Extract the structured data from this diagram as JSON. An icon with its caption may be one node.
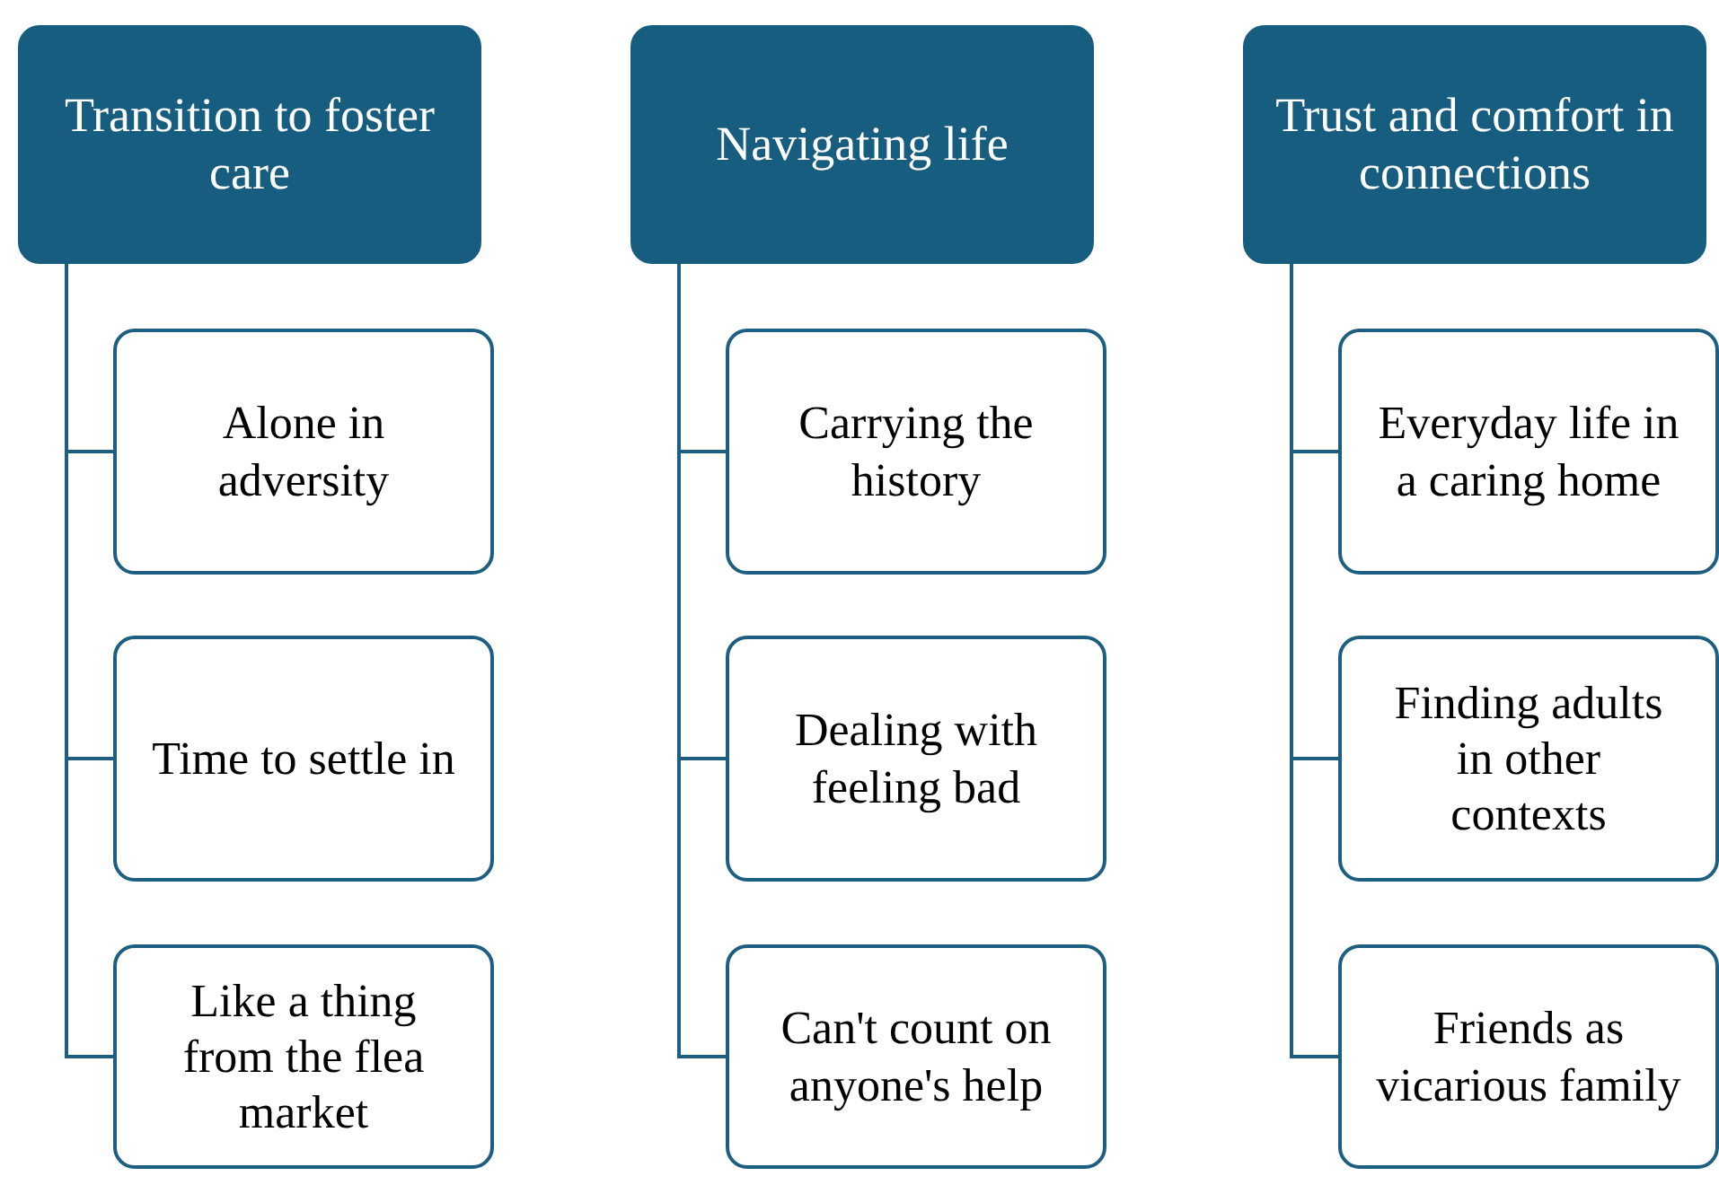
{
  "diagram": {
    "nodes": [
      {
        "text": [
          "Transition to foster care"
        ]
      },
      {
        "text": [
          "Alone in adversity"
        ]
      },
      {
        "text": [
          "Time to settle in"
        ]
      },
      {
        "text": [
          "Like a thing from the flea market"
        ]
      },
      {
        "text": [
          "Navigating life"
        ]
      },
      {
        "text": [
          "Carrying the history"
        ]
      },
      {
        "text": [
          "Dealing with feeling bad"
        ]
      },
      {
        "text": [
          "Can't count on anyone's help"
        ]
      },
      {
        "text": [
          "Trust and comfort in connections"
        ]
      },
      {
        "text": [
          "Everyday life in a caring home"
        ]
      },
      {
        "text": [
          "Finding adults in other contexts"
        ]
      },
      {
        "text": [
          "Friends as vicarious family"
        ]
      }
    ],
    "edges": [
      {
        "from": 0,
        "to": 1,
        "arrow": "none"
      },
      {
        "from": 0,
        "to": 2,
        "arrow": "none"
      },
      {
        "from": 0,
        "to": 3,
        "arrow": "none"
      },
      {
        "from": 4,
        "to": 5,
        "arrow": "none"
      },
      {
        "from": 4,
        "to": 6,
        "arrow": "none"
      },
      {
        "from": 4,
        "to": 7,
        "arrow": "none"
      },
      {
        "from": 8,
        "to": 9,
        "arrow": "none"
      },
      {
        "from": 8,
        "to": 10,
        "arrow": "none"
      },
      {
        "from": 8,
        "to": 11,
        "arrow": "none"
      }
    ]
  }
}
